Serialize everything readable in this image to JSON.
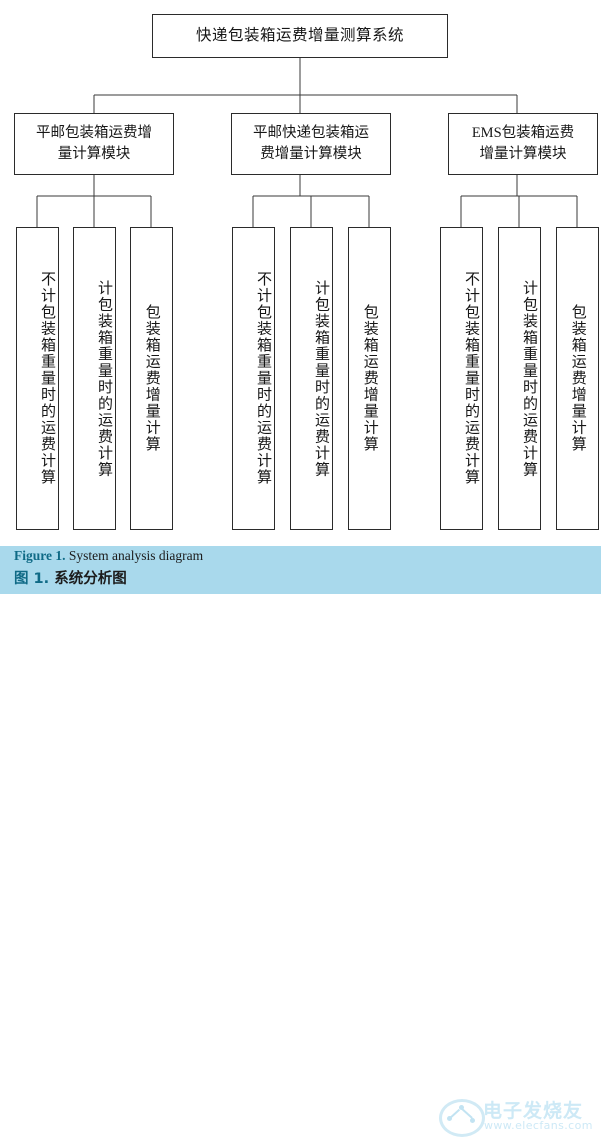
{
  "diagram": {
    "root": {
      "label": "快递包装箱运费增量测算系统"
    },
    "modules": [
      {
        "line1": "平邮包装箱运费增",
        "line2": "量计算模块"
      },
      {
        "line1": "平邮快递包装箱运",
        "line2": "费增量计算模块"
      },
      {
        "line1": "EMS包装箱运费",
        "line2": "增量计算模块"
      }
    ],
    "leaves": [
      {
        "label": "不计包装箱重量时的运费计算"
      },
      {
        "label": "计包装箱重量时的运费计算"
      },
      {
        "label": "包装箱运费增量计算"
      },
      {
        "label": "不计包装箱重量时的运费计算"
      },
      {
        "label": "计包装箱重量时的运费计算"
      },
      {
        "label": "包装箱运费增量计算"
      },
      {
        "label": "不计包装箱重量时的运费计算"
      },
      {
        "label": "计包装箱重量时的运费计算"
      },
      {
        "label": "包装箱运费增量计算"
      }
    ]
  },
  "caption": {
    "en_label": "Figure 1.",
    "en_text": " System analysis diagram",
    "zh_label": "图 1.",
    "zh_text": " 系统分析图"
  },
  "watermark": {
    "name": "电子发烧友",
    "url": "www.elecfans.com"
  },
  "colors": {
    "caption_band": "#a9d9ec",
    "caption_accent": "#0f6a86",
    "box_border": "#2b2b2b",
    "watermark": "#cbe8f6"
  }
}
